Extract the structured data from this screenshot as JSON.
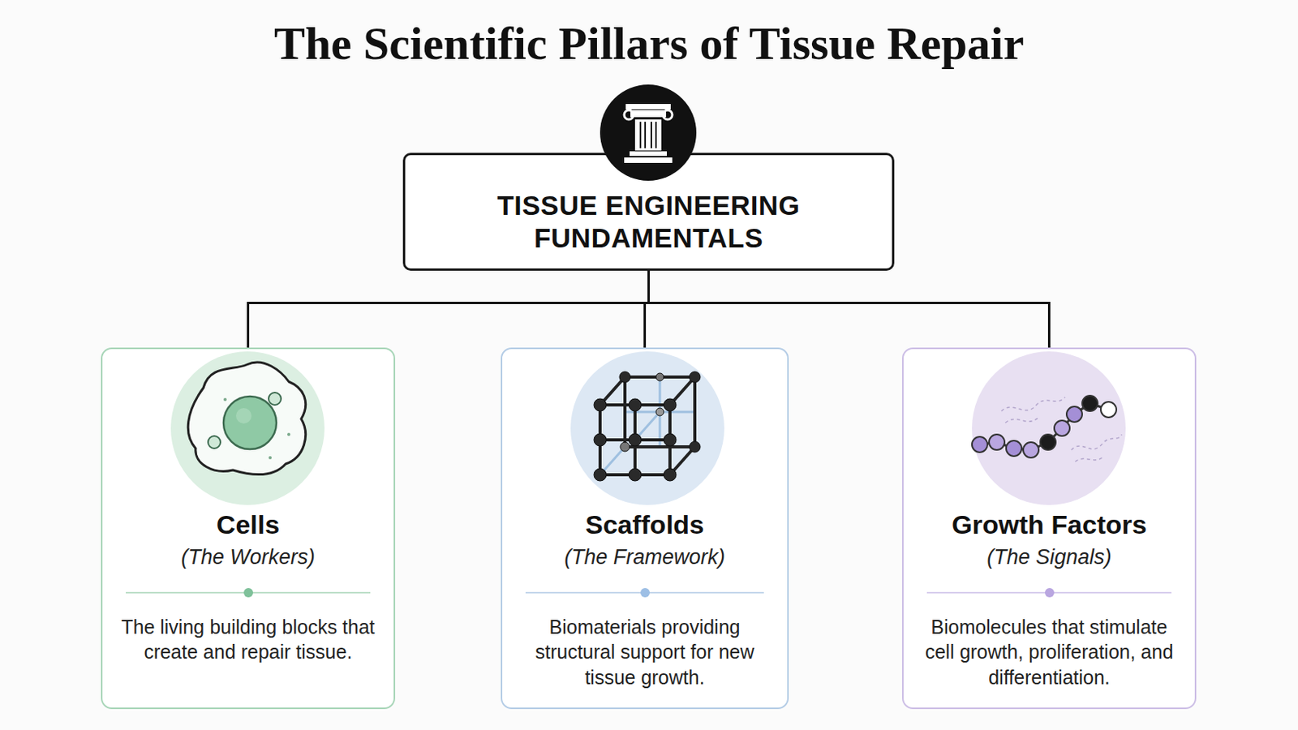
{
  "diagram": {
    "title": "The Scientific Pillars of Tissue Repair",
    "nodes": [
      {
        "text": [
          "TISSUE ENGINEERING FUNDAMENTALS"
        ]
      },
      {
        "text": [
          "Cells",
          "(The Workers)",
          "The living building blocks that create and repair tissue."
        ]
      },
      {
        "text": [
          "Scaffolds",
          "(The Framework)",
          "Biomaterials providing structural support for new tissue growth."
        ]
      },
      {
        "text": [
          "Growth Factors",
          "(The Signals)",
          "Biomolecules that stimulate cell growth, proliferation, and differentiation."
        ]
      }
    ],
    "edges": [
      {
        "from": 0,
        "to": 1,
        "arrow": "none"
      },
      {
        "from": 0,
        "to": 2,
        "arrow": "none"
      },
      {
        "from": 0,
        "to": 3,
        "arrow": "none"
      }
    ]
  }
}
